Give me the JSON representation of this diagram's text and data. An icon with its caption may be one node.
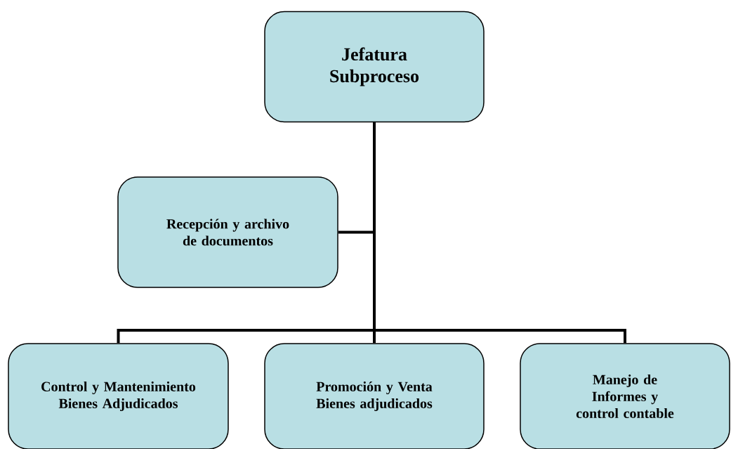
{
  "diagram": {
    "nodes": [
      {
        "text": [
          "Jefatura Subproceso"
        ]
      },
      {
        "text": [
          "Recepción y archivo de documentos"
        ]
      },
      {
        "text": [
          "Control y Mantenimiento Bienes Adjudicados"
        ]
      },
      {
        "text": [
          "Promoción y Venta Bienes adjudicados"
        ]
      },
      {
        "text": [
          "Manejo de Informes y control contable"
        ]
      }
    ],
    "edges": [
      {
        "from": 0,
        "to": 1,
        "arrow": "none"
      },
      {
        "from": 0,
        "to": 2,
        "arrow": "none"
      },
      {
        "from": 0,
        "to": 3,
        "arrow": "none"
      },
      {
        "from": 0,
        "to": 4,
        "arrow": "none"
      }
    ]
  }
}
